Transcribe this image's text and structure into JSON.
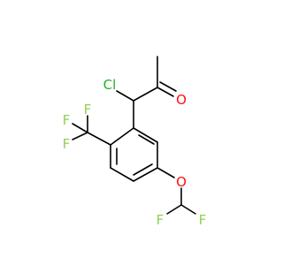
{
  "colors": {
    "bond": "#000000",
    "chlorine": "#1fb31f",
    "oxygen": "#ff0d0d",
    "fluorine": "#90d050"
  },
  "atoms": {
    "cl": "Cl",
    "o_ketone": "O",
    "o_ether": "O",
    "f_cf3_top": "F",
    "f_cf3_left": "F",
    "f_cf3_bottom": "F",
    "f_chf2_left": "F",
    "f_chf2_right": "F"
  }
}
